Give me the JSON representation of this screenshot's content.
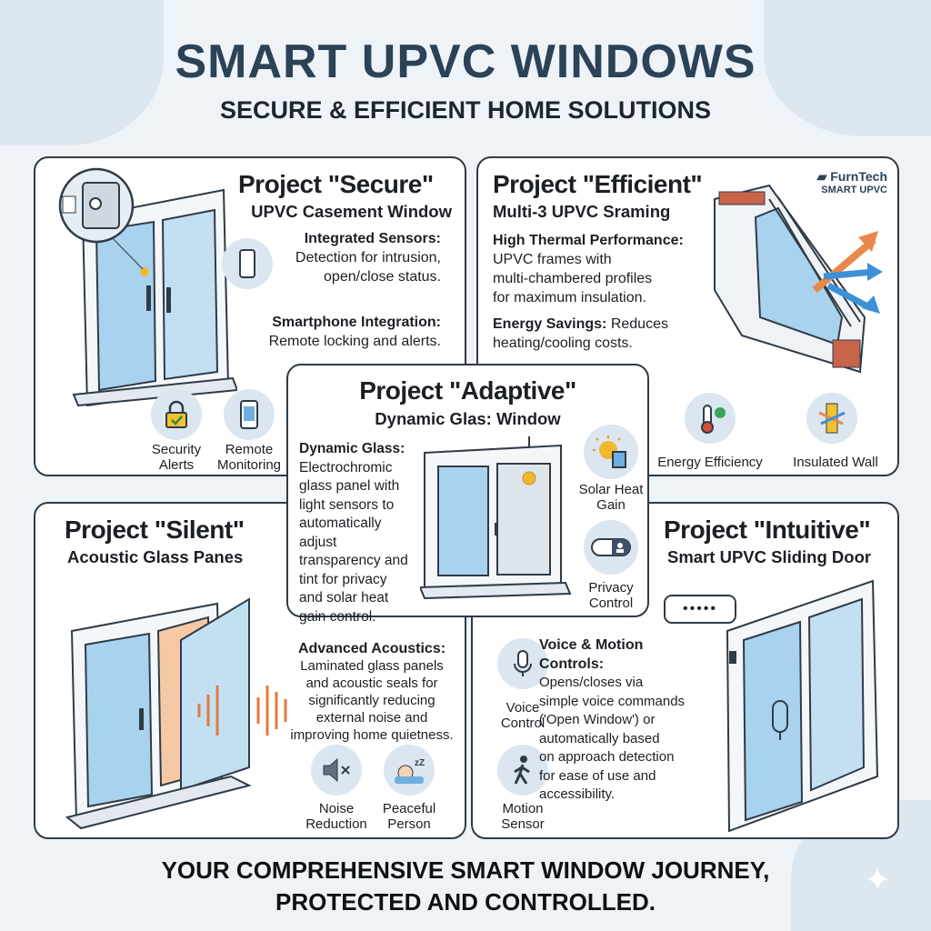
{
  "header": {
    "title": "SMART UPVC WINDOWS",
    "subtitle": "SECURE & EFFICIENT HOME SOLUTIONS"
  },
  "secure": {
    "title": "Project \"Secure\"",
    "subtitle": "UPVC Casement Window",
    "sensors_heading": "Integrated Sensors:",
    "sensors_lines": [
      "Detection for intrusion,",
      "open/close status."
    ],
    "phone_heading": "Smartphone Integration:",
    "phone_line": "Remote locking and alerts.",
    "icons": [
      {
        "name": "lock-check-icon",
        "label": [
          "Security",
          "Alerts"
        ]
      },
      {
        "name": "smartphone-icon",
        "label": [
          "Remote",
          "Monitoring"
        ]
      }
    ]
  },
  "efficient": {
    "title": "Project \"Efficient\"",
    "subtitle": "Multi-3 UPVC Sraming",
    "logo": {
      "brand": "FurnTech",
      "tagline": "SMART UPVC"
    },
    "thermal_heading": "High Thermal Performance:",
    "thermal_lines": [
      "UPVC frames with",
      "multi-chambered profiles",
      "for maximum insulation."
    ],
    "energy_heading": "Energy Savings:",
    "energy_lines": [
      " Reduces",
      "heating/cooling costs."
    ],
    "icons": [
      {
        "name": "thermometer-icon",
        "label": "Energy Efficiency"
      },
      {
        "name": "insulated-wall-icon",
        "label": "Insulated Wall"
      }
    ]
  },
  "adaptive": {
    "title": "Project \"Adaptive\"",
    "subtitle": "Dynamic Glas: Window",
    "glass_heading": "Dynamic Glass:",
    "glass_lines": [
      "Electrochromic",
      "glass panel with",
      "light sensors to",
      "automatically",
      "adjust",
      "transparency and",
      "tint for privacy",
      "and solar heat",
      "gain control."
    ],
    "icons": [
      {
        "name": "sun-glass-icon",
        "label": [
          "Solar Heat",
          "Gain"
        ]
      },
      {
        "name": "privacy-toggle-icon",
        "label": [
          "Privacy",
          "Control"
        ]
      }
    ]
  },
  "silent": {
    "title": "Project \"Silent\"",
    "subtitle": "Acoustic Glass Panes",
    "acoustics_heading": "Advanced Acoustics:",
    "acoustics_lines": [
      "Laminated glass panels",
      "and acoustic seals for",
      "significantly reducing",
      "external noise and",
      "improving home quietness."
    ],
    "icons": [
      {
        "name": "speaker-mute-icon",
        "label": [
          "Noise",
          "Reduction"
        ]
      },
      {
        "name": "sleeping-person-icon",
        "label": [
          "Peaceful",
          "Person"
        ]
      }
    ]
  },
  "intuitive": {
    "title": "Project \"Intuitive\"",
    "subtitle": "Smart UPVC Sliding Door",
    "controls_heading": [
      "Voice & Motion",
      "Controls:"
    ],
    "controls_lines": [
      "Opens/closes via",
      "simple voice commands",
      "('Open Window') or",
      "automatically based",
      "on approach detection",
      "for ease of use and",
      "accessibility."
    ],
    "bubble": "•••••",
    "icons": [
      {
        "name": "microphone-icon",
        "label": [
          "Voice",
          "Control"
        ]
      },
      {
        "name": "walking-person-icon",
        "label": [
          "Motion",
          "Sensor"
        ]
      }
    ]
  },
  "footer": {
    "lines": [
      "YOUR COMPREHENSIVE SMART WINDOW JOURNEY,",
      "PROTECTED AND CONTROLLED."
    ]
  },
  "colors": {
    "title": "#2b4257",
    "border": "#2f3b47",
    "icon_bg": "#dbe6f0",
    "glass": "#a9d2ee",
    "orange": "#e8884a",
    "blue": "#3d8fd6"
  }
}
